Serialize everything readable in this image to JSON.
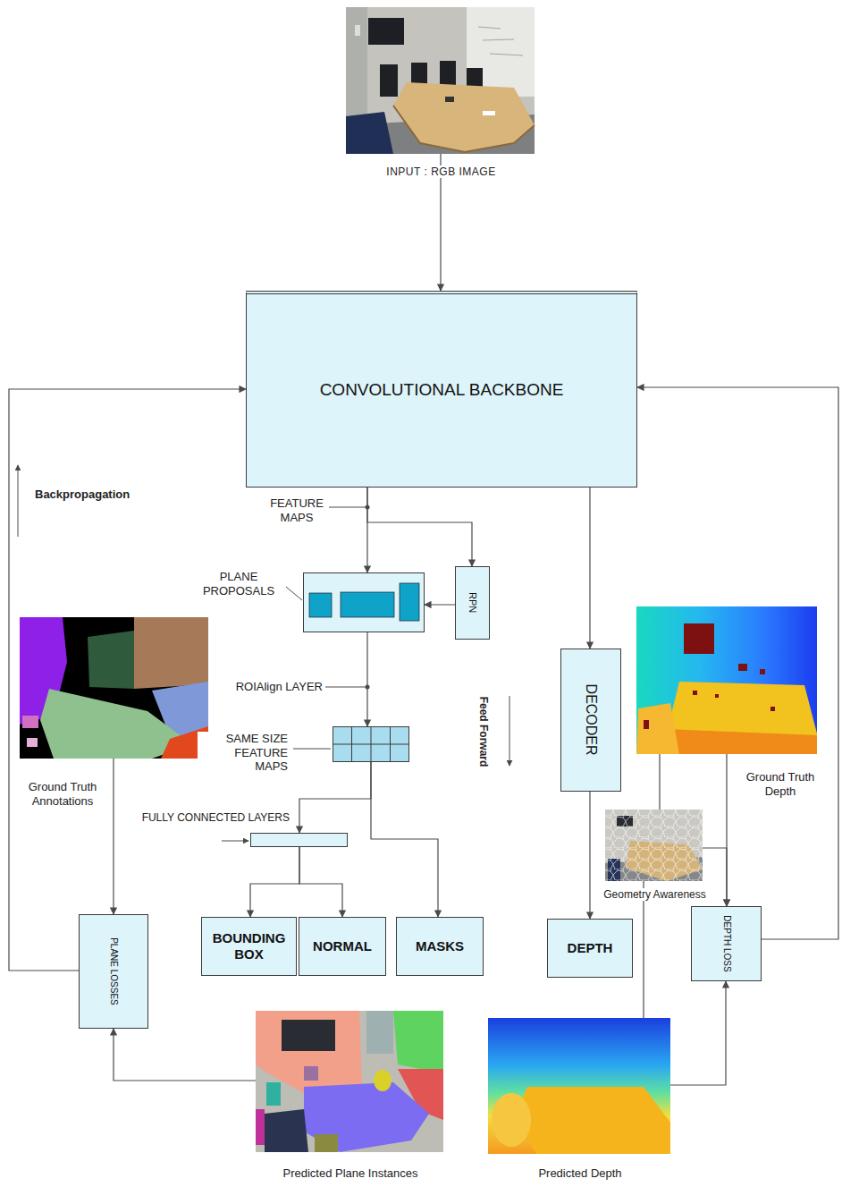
{
  "diagram": {
    "nodes": [
      {
        "text": [
          "INPUT : RGB IMAGE"
        ]
      },
      {
        "text": [
          "CONVOLUTIONAL BACKBONE"
        ]
      },
      {
        "text": [
          "PLANE PROPOSALS"
        ]
      },
      {
        "text": [
          "RPN"
        ]
      },
      {
        "text": [
          "Ground Truth Annotations"
        ]
      },
      {
        "text": [
          "Ground Truth Depth"
        ]
      },
      {
        "text": [
          "DECODER"
        ]
      },
      {
        "text": [
          "SAME SIZE FEATURE MAPS"
        ]
      },
      {
        "text": [
          "FULLY CONNECTED LAYERS"
        ]
      },
      {
        "text": [
          "Geometry Awareness"
        ]
      },
      {
        "text": [
          "BOUNDING BOX"
        ]
      },
      {
        "text": [
          "NORMAL"
        ]
      },
      {
        "text": [
          "MASKS"
        ]
      },
      {
        "text": [
          "DEPTH"
        ]
      },
      {
        "text": [
          "PLANE LOSSES"
        ]
      },
      {
        "text": [
          "DEPTH LOSS"
        ]
      },
      {
        "text": [
          "Predicted Plane Instances"
        ]
      },
      {
        "text": [
          "Predicted Depth"
        ]
      }
    ],
    "edges": [
      {
        "from": 0,
        "to": 1,
        "arrow": "to"
      },
      {
        "from": 1,
        "to": 2,
        "arrow": "to"
      },
      {
        "from": 1,
        "to": 3,
        "arrow": "to"
      },
      {
        "from": 3,
        "to": 2,
        "arrow": "to"
      },
      {
        "from": 2,
        "to": 7,
        "arrow": "to"
      },
      {
        "from": 7,
        "to": 8,
        "arrow": "to"
      },
      {
        "from": 7,
        "to": 12,
        "arrow": "to"
      },
      {
        "from": 8,
        "to": 10,
        "arrow": "to"
      },
      {
        "from": 8,
        "to": 11,
        "arrow": "to"
      },
      {
        "from": 1,
        "to": 6,
        "arrow": "to"
      },
      {
        "from": 6,
        "to": 13,
        "arrow": "to"
      },
      {
        "from": 4,
        "to": 14,
        "arrow": "to"
      },
      {
        "from": 16,
        "to": 14,
        "arrow": "to"
      },
      {
        "from": 14,
        "to": 1,
        "arrow": "to"
      },
      {
        "from": 5,
        "to": 15,
        "arrow": "to"
      },
      {
        "from": 5,
        "to": 9,
        "arrow": "none"
      },
      {
        "from": 9,
        "to": 15,
        "arrow": "to"
      },
      {
        "from": 17,
        "to": 9,
        "arrow": "none"
      },
      {
        "from": 17,
        "to": 15,
        "arrow": "to"
      },
      {
        "from": 15,
        "to": 1,
        "arrow": "to"
      }
    ],
    "labels": [
      "FEATURE MAPS",
      "ROIAlign LAYER",
      "Backpropagation",
      "Feed Forward"
    ]
  }
}
